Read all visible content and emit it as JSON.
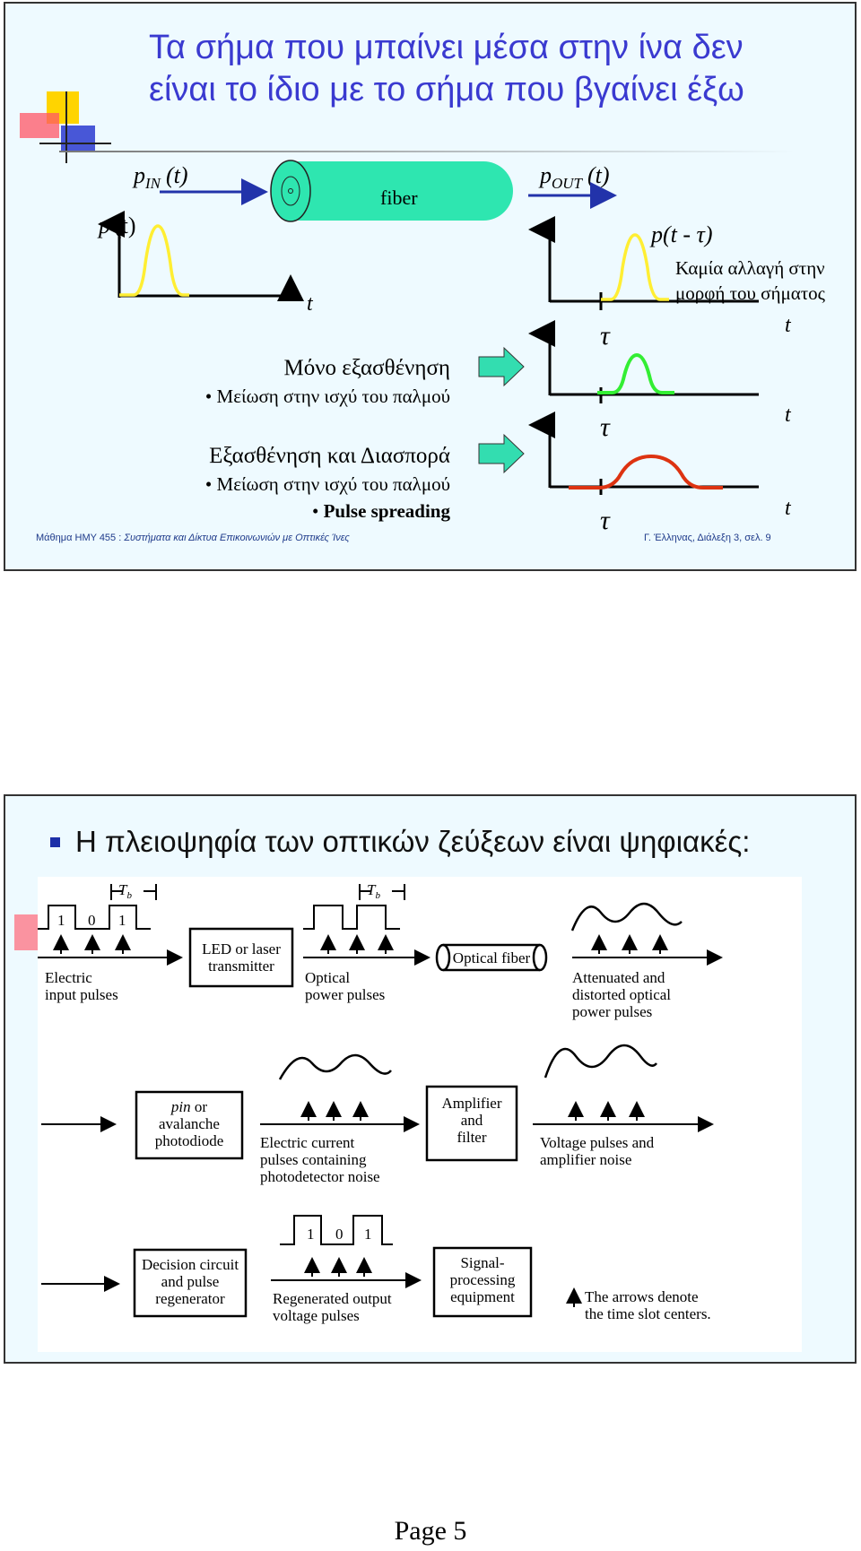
{
  "slide1": {
    "title_line1": "Τα σήμα που μπαίνει μέσα στην ίνα δεν",
    "title_line2": "είναι το ίδιο με το σήμα που βγαίνει έξω",
    "p_in": "p",
    "p_in_sub": "IN",
    "p_in_arg": "(t)",
    "fiber_label": "fiber",
    "p_out": "p",
    "p_out_sub": "OUT",
    "p_out_arg": "(t)",
    "pt_label_p": "p",
    "pt_label_arg": "(t)",
    "t_axis": "t",
    "p_shift": "p(t - τ)",
    "no_change_line1": "Καμία αλλαγή στην",
    "no_change_line2": "μορφή του σήματος",
    "tau": "τ",
    "case1_title": "Μόνο εξασθένηση",
    "case1_bullet": "• Μείωση στην ισχύ του παλμού",
    "case2_title": "Εξασθένηση και Διασπορά",
    "case2_bullet1": "• Μείωση στην ισχύ του παλμού",
    "case2_bullet2_mark": "•",
    "case2_bullet2": "Pulse spreading",
    "footer_left_plain": "Μάθημα ΗΜΥ 455 : ",
    "footer_left_italic": "Συστήματα και Δίκτυα Επικοινωνιών με Οπτικές Ίνες",
    "footer_right": "Γ. Έλληνας, Διάλεξη 3,   σελ. 9",
    "colors": {
      "title": "#3a3ad0",
      "fiber": "#2ee6b0",
      "pulse_in": "#ffee33",
      "pulse_atten": "#33ee33",
      "pulse_disp": "#dd3311",
      "arrow_fill": "#33ddb0"
    }
  },
  "slide2": {
    "heading": "Η πλειοψηφία των οπτικών ζεύξεων είναι ψηφιακές:",
    "Tb": "T",
    "Tb_sub": "b",
    "bits_in": [
      "1",
      "0",
      "1"
    ],
    "bits_out": [
      "1",
      "0",
      "1"
    ],
    "electric_input_1": "Electric",
    "electric_input_2": "input pulses",
    "led_1": "LED or laser",
    "led_2": "transmitter",
    "optical_power_1": "Optical",
    "optical_power_2": "power pulses",
    "optical_fiber": "Optical fiber",
    "attenuated_1": "Attenuated and",
    "attenuated_2": "distorted optical",
    "attenuated_3": "power pulses",
    "pin_1_italic": "pin",
    "pin_1_rest": " or",
    "pin_2": "avalanche",
    "pin_3": "photodiode",
    "electric_current_1": "Electric current",
    "electric_current_2": "pulses containing",
    "electric_current_3": "photodetector noise",
    "amplifier_1": "Amplifier",
    "amplifier_2": "and",
    "amplifier_3": "filter",
    "voltage_1": "Voltage pulses and",
    "voltage_2": "amplifier noise",
    "decision_1": "Decision circuit",
    "decision_2": "and pulse",
    "decision_3": "regenerator",
    "regenerated_1": "Regenerated output",
    "regenerated_2": "voltage pulses",
    "signal_1": "Signal-",
    "signal_2": "processing",
    "signal_3": "equipment",
    "arrows_note_1": "The arrows denote",
    "arrows_note_2": "the time slot centers."
  },
  "page_label": "Page 5"
}
